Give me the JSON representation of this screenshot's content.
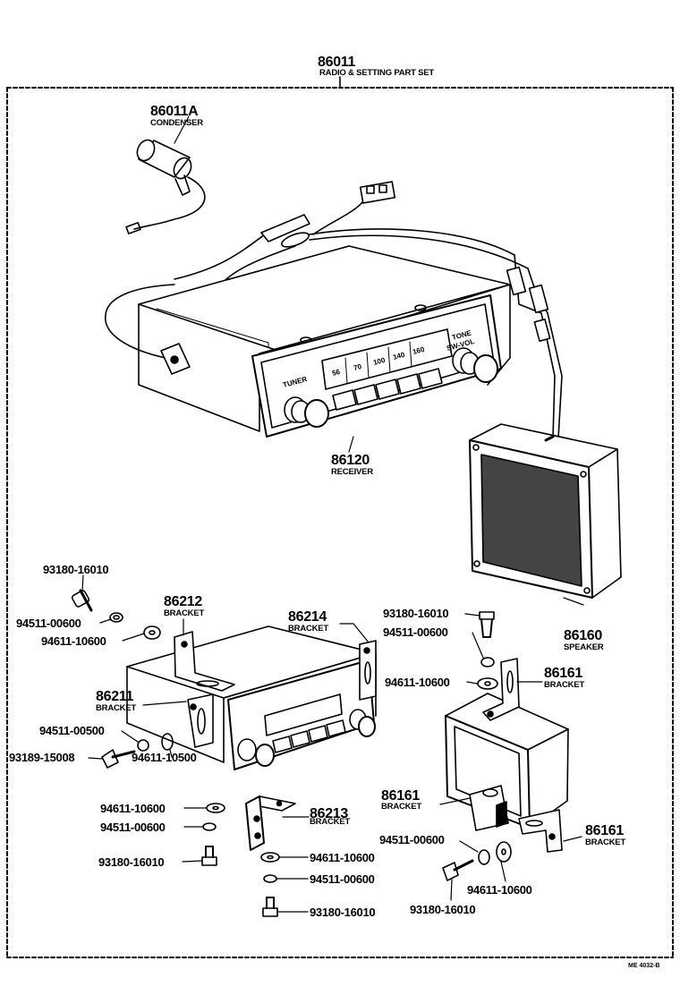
{
  "header": {
    "number": "86011",
    "name": "RADIO & SETTING  PART SET"
  },
  "condenser": {
    "number": "86011A",
    "name": "CONDENSER"
  },
  "receiver": {
    "number": "86120",
    "name": "RECEIVER",
    "tuner_label": "TUNER",
    "tone_label": "TONE",
    "volume_label": "SW-VOL",
    "dial_scale": [
      "56",
      "70",
      "100",
      "140",
      "160"
    ]
  },
  "speaker": {
    "number": "86160",
    "name": "SPEAKER"
  },
  "brackets": {
    "b86212": {
      "number": "86212",
      "name": "BRACKET"
    },
    "b86214": {
      "number": "86214",
      "name": "BRACKET"
    },
    "b86211": {
      "number": "86211",
      "name": "BRACKET"
    },
    "b86213": {
      "number": "86213",
      "name": "BRACKET"
    },
    "b86161a": {
      "number": "86161",
      "name": "BRACKET"
    },
    "b86161b": {
      "number": "86161",
      "name": "BRACKET"
    },
    "b86161c": {
      "number": "86161",
      "name": "BRACKET"
    }
  },
  "hardware": {
    "p1": "93180-16010",
    "p2": "94511-00600",
    "p3": "94611-10600",
    "p4": "93180-16010",
    "p5": "94511-00600",
    "p6": "94611-10600",
    "p7": "94511-00500",
    "p8": "93189-15008",
    "p9": "94611-10500",
    "p10": "94611-10600",
    "p11": "94511-00600",
    "p12": "93180-16010",
    "p13": "94611-10600",
    "p14": "94511-00600",
    "p15": "93180-16010",
    "p16": "94511-00600",
    "p17": "93180-16010",
    "p18": "94611-10600"
  },
  "footer": {
    "code": "ME 4032-B"
  }
}
